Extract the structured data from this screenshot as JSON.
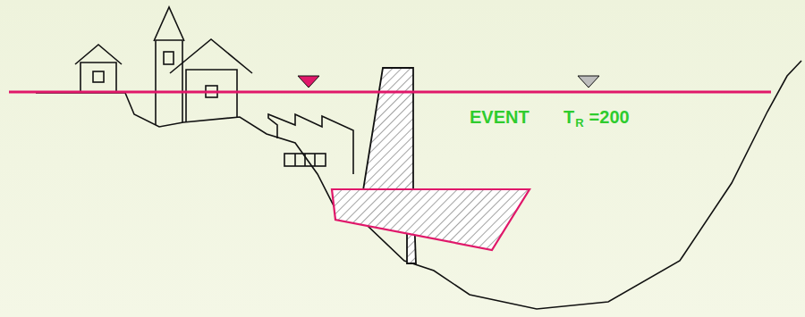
{
  "diagram": {
    "labels": [
      "EVENT",
      "T",
      "R",
      "=200"
    ]
  }
}
